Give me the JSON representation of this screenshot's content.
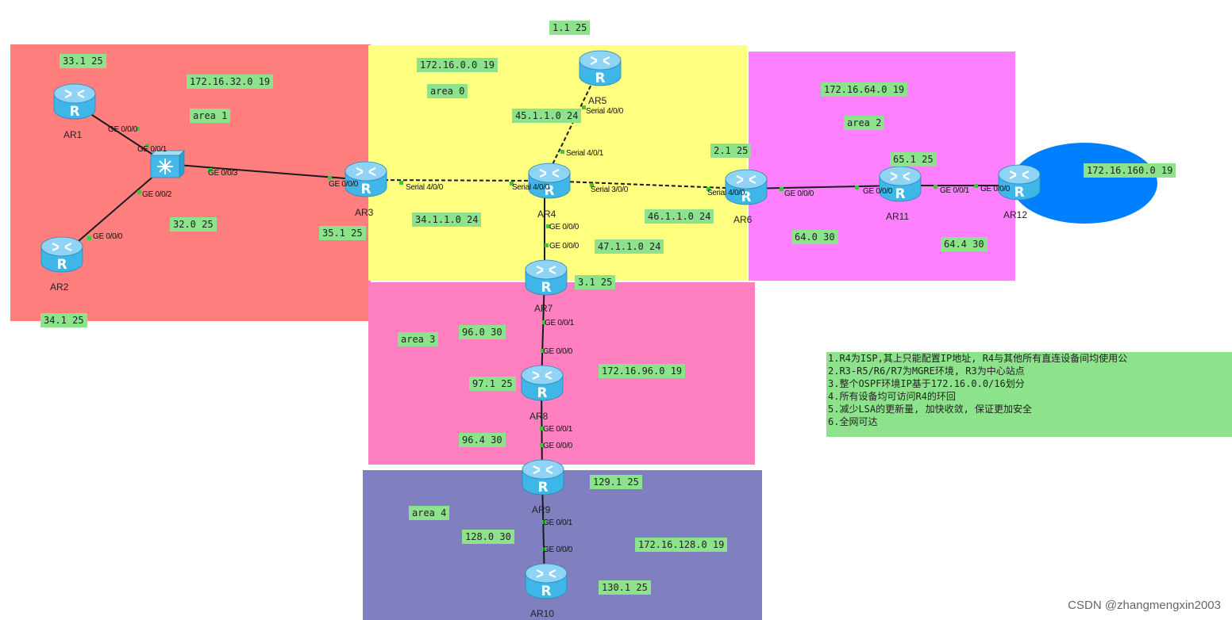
{
  "colors": {
    "area1": "#ff7f7f",
    "area0": "#ffff80",
    "area2": "#ff80ff",
    "area3": "#ff80c0",
    "area4": "#8080c0",
    "cloud": "#0080ff",
    "label_bg": "#8de38b",
    "router": "#3fb6e8"
  },
  "areas": [
    {
      "id": "area1",
      "label": "area 1",
      "network": "172.16.32.0 19"
    },
    {
      "id": "area0",
      "label": "area 0",
      "network": "172.16.0.0 19"
    },
    {
      "id": "area2",
      "label": "area 2",
      "network": "172.16.64.0 19"
    },
    {
      "id": "area3",
      "label": "area 3",
      "network": "172.16.96.0 19"
    },
    {
      "id": "area4",
      "label": "area 4",
      "network": "172.16.128.0 19"
    }
  ],
  "cloud": {
    "network": "172.16.160.0 19"
  },
  "devices": [
    {
      "name": "AR1",
      "type": "router"
    },
    {
      "name": "AR2",
      "type": "router"
    },
    {
      "name": "AR3",
      "type": "router"
    },
    {
      "name": "AR4",
      "type": "router"
    },
    {
      "name": "AR5",
      "type": "router"
    },
    {
      "name": "AR6",
      "type": "router"
    },
    {
      "name": "AR7",
      "type": "router"
    },
    {
      "name": "AR8",
      "type": "router"
    },
    {
      "name": "AR9",
      "type": "router"
    },
    {
      "name": "AR10",
      "type": "router"
    },
    {
      "name": "AR11",
      "type": "router"
    },
    {
      "name": "AR12",
      "type": "router"
    },
    {
      "name": "LSW1",
      "type": "switch"
    }
  ],
  "labels": {
    "l_1_1": "1.1 25",
    "l_33_1": "33.1 25",
    "l_32_0": "32.0 25",
    "l_35_1": "35.1 25",
    "l_34_1": "34.1 25",
    "l_45": "45.1.1.0 24",
    "l_34": "34.1.1.0 24",
    "l_46": "46.1.1.0 24",
    "l_47": "47.1.1.0 24",
    "l_2_1": "2.1 25",
    "l_65_1": "65.1 25",
    "l_64_0": "64.0 30",
    "l_64_4": "64.4 30",
    "l_3_1": "3.1 25",
    "l_96_0": "96.0 30",
    "l_97_1": "97.1 25",
    "l_96_4": "96.4 30",
    "l_129_1": "129.1 25",
    "l_128_0": "128.0 30",
    "l_130_1": "130.1 25"
  },
  "ports": {
    "p_ar1": "GE 0/0/0",
    "p_sw_01": "GE 0/0/1",
    "p_sw_02": "GE 0/0/2",
    "p_sw_03": "GE 0/0/3",
    "p_ar2": "GE 0/0/0",
    "p_ar3_ge": "GE 0/0/0",
    "p_ar3_s": "Serial 4/0/0",
    "p_ar5_s": "Serial 4/0/0",
    "p_ar4_s401": "Serial 4/0/1",
    "p_ar4_s400": "Serial 4/0/0",
    "p_ar4_s300": "Serial 3/0/0",
    "p_ar4_ge": "GE 0/0/0",
    "p_ar6_s": "Serial 4/0/0",
    "p_ar6_ge": "GE 0/0/0",
    "p_ar11_ge0": "GE 0/0/0",
    "p_ar11_ge1": "GE 0/0/1",
    "p_ar12_ge": "GE 0/0/0",
    "p_ar7_ge0": "GE 0/0/0",
    "p_ar7_ge1": "GE 0/0/1",
    "p_ar8_ge0": "GE 0/0/0",
    "p_ar8_ge1": "GE 0/0/1",
    "p_ar9_ge0": "GE 0/0/0",
    "p_ar9_ge1": "GE 0/0/1",
    "p_ar10_ge": "GE 0/0/0"
  },
  "requirements": [
    "1.R4为ISP,其上只能配置IP地址, R4与其他所有直连设备间均使用公",
    "2.R3-R5/R6/R7为MGRE环境, R3为中心站点",
    "3.整个OSPF环境IP基于172.16.0.0/16划分",
    "4.所有设备均可访问R4的环回",
    "5.减少LSA的更新量, 加快收敛, 保证更加安全",
    "6.全网可达"
  ],
  "watermark": "CSDN @zhangmengxin2003"
}
